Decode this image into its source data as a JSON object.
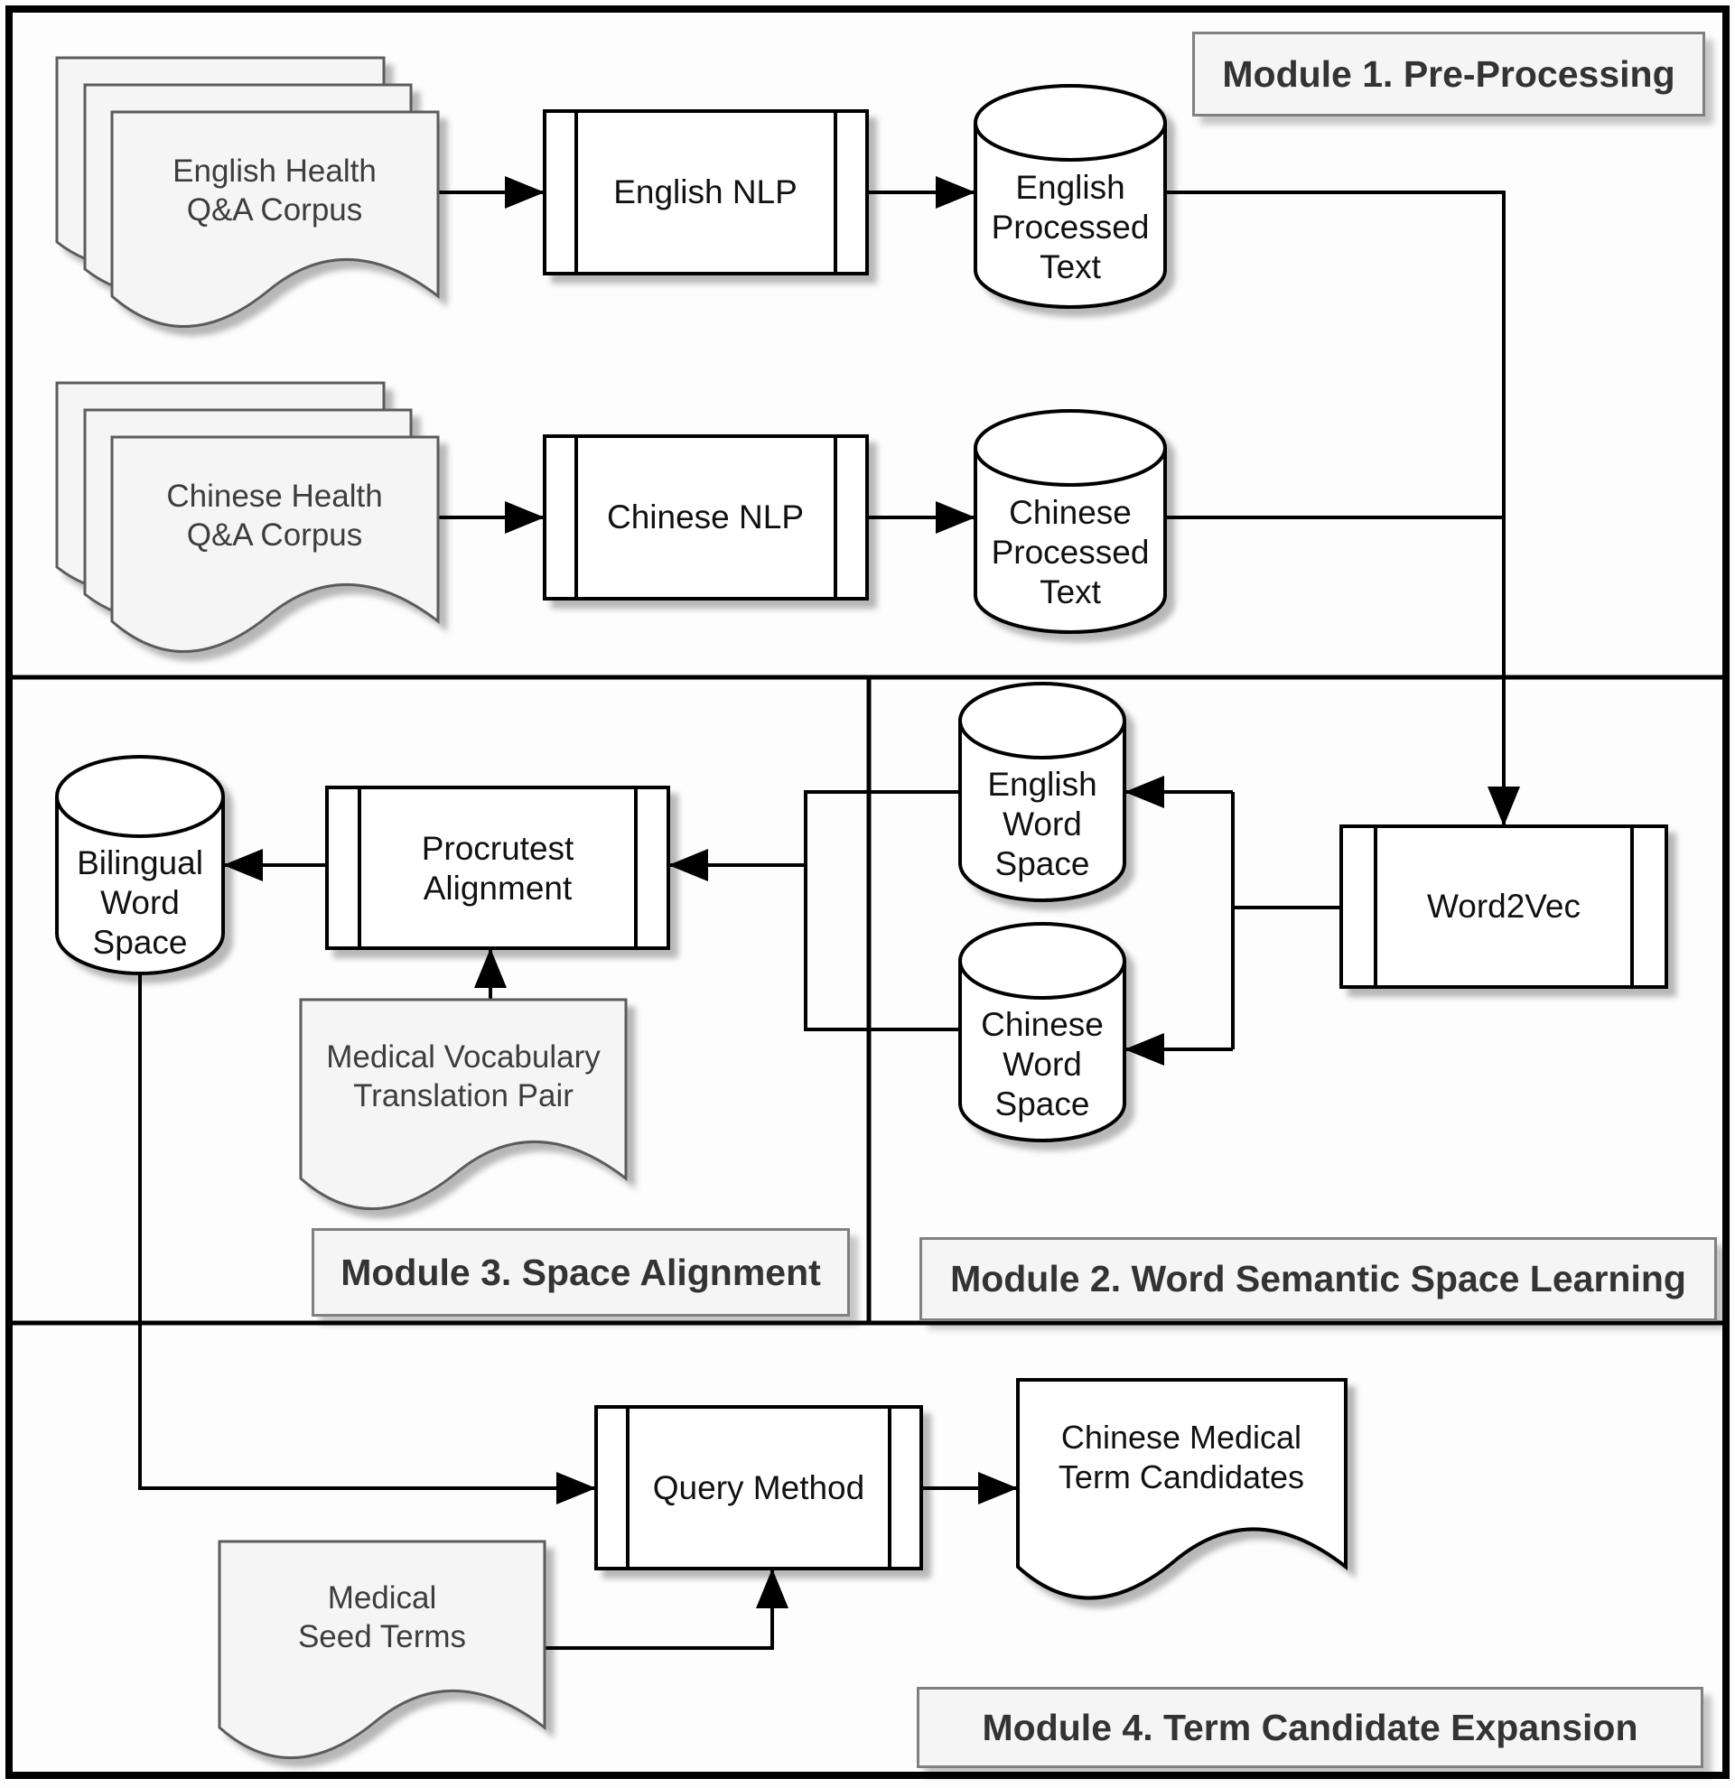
{
  "diagram_title": "Bilingual medical term discovery pipeline flowchart",
  "modules": {
    "module1": {
      "label": "Module 1. Pre-Processing"
    },
    "module2": {
      "label": "Module 2. Word Semantic Space Learning"
    },
    "module3": {
      "label": "Module 3. Space Alignment"
    },
    "module4": {
      "label": "Module 4. Term Candidate Expansion"
    }
  },
  "nodes": {
    "en_corpus": {
      "type": "document-stack",
      "label": "English Health\nQ&A Corpus"
    },
    "en_nlp": {
      "type": "process",
      "label": "English NLP"
    },
    "en_processed": {
      "type": "database",
      "label": "English\nProcessed\nText"
    },
    "cn_corpus": {
      "type": "document-stack",
      "label": "Chinese Health\nQ&A Corpus"
    },
    "cn_nlp": {
      "type": "process",
      "label": "Chinese NLP"
    },
    "cn_processed": {
      "type": "database",
      "label": "Chinese\nProcessed\nText"
    },
    "en_word_space": {
      "type": "database",
      "label": "English\nWord\nSpace"
    },
    "cn_word_space": {
      "type": "database",
      "label": "Chinese\nWord\nSpace"
    },
    "word2vec": {
      "type": "process",
      "label": "Word2Vec"
    },
    "bilingual_space": {
      "type": "database",
      "label": "Bilingual\nWord\nSpace"
    },
    "procrutest": {
      "type": "process",
      "label": "Procrutest\nAlignment"
    },
    "med_vocab": {
      "type": "document",
      "label": "Medical Vocabulary\nTranslation Pair"
    },
    "query_method": {
      "type": "process",
      "label": "Query Method"
    },
    "seed_terms": {
      "type": "document",
      "label": "Medical\nSeed Terms"
    },
    "term_candidates": {
      "type": "document",
      "label": "Chinese Medical\nTerm Candidates"
    }
  },
  "colors": {
    "shape_fill": "#ffffff",
    "document_fill": "#f5f5f5",
    "shape_stroke": "#000000",
    "document_stroke": "#5b5b5b",
    "module_label_fill": "#f5f5f5",
    "module_label_stroke": "#808080",
    "node_text": "#111111",
    "document_text": "#3d3d3d",
    "module_text": "#333333",
    "background": "#fdfdfd"
  }
}
